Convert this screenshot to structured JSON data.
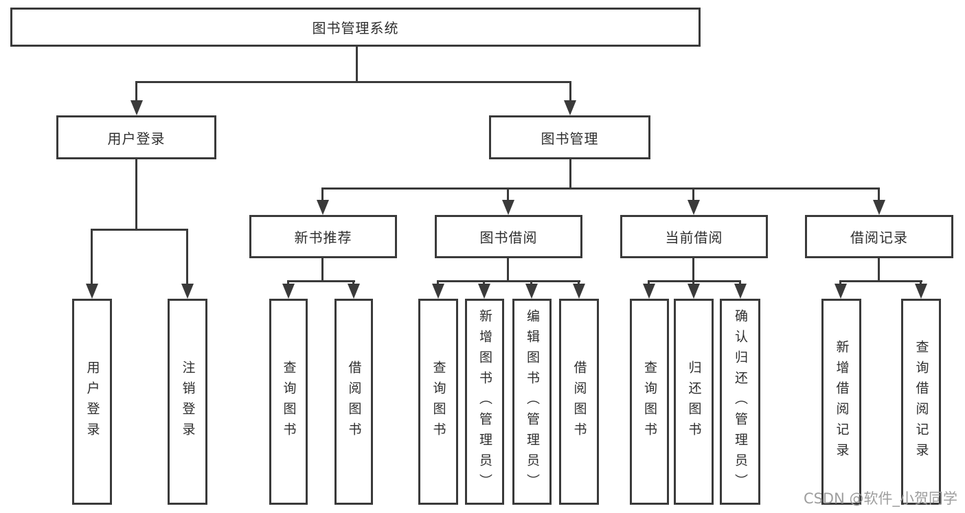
{
  "diagram_type": "function-structure-tree",
  "colors": {
    "line": "#3a3a3a",
    "text": "#2e2e2e",
    "background": "#ffffff",
    "watermark": "#9e9e9e"
  },
  "root": {
    "label": "图书管理系统"
  },
  "level2": [
    {
      "id": "user-login",
      "label": "用户登录"
    },
    {
      "id": "book-management",
      "label": "图书管理"
    }
  ],
  "level3": [
    {
      "id": "new-book-recommendation",
      "label": "新书推荐",
      "parent": "图书管理"
    },
    {
      "id": "book-borrowing",
      "label": "图书借阅",
      "parent": "图书管理"
    },
    {
      "id": "current-borrowing",
      "label": "当前借阅",
      "parent": "图书管理"
    },
    {
      "id": "borrowing-records",
      "label": "借阅记录",
      "parent": "图书管理"
    }
  ],
  "leaves": [
    {
      "parent": "用户登录",
      "label": "用户登录"
    },
    {
      "parent": "用户登录",
      "label": "注销登录"
    },
    {
      "parent": "新书推荐",
      "label": "查询图书"
    },
    {
      "parent": "新书推荐",
      "label": "借阅图书"
    },
    {
      "parent": "图书借阅",
      "label": "查询图书"
    },
    {
      "parent": "图书借阅",
      "label": "新增图书（管理员）"
    },
    {
      "parent": "图书借阅",
      "label": "编辑图书（管理员）"
    },
    {
      "parent": "图书借阅",
      "label": "借阅图书"
    },
    {
      "parent": "当前借阅",
      "label": "查询图书"
    },
    {
      "parent": "当前借阅",
      "label": "归还图书"
    },
    {
      "parent": "当前借阅",
      "label": "确认归还（管理员）"
    },
    {
      "parent": "借阅记录",
      "label": "新增借阅记录"
    },
    {
      "parent": "借阅记录",
      "label": "查询借阅记录"
    }
  ],
  "watermark": "CSDN @软件_小贺同学"
}
